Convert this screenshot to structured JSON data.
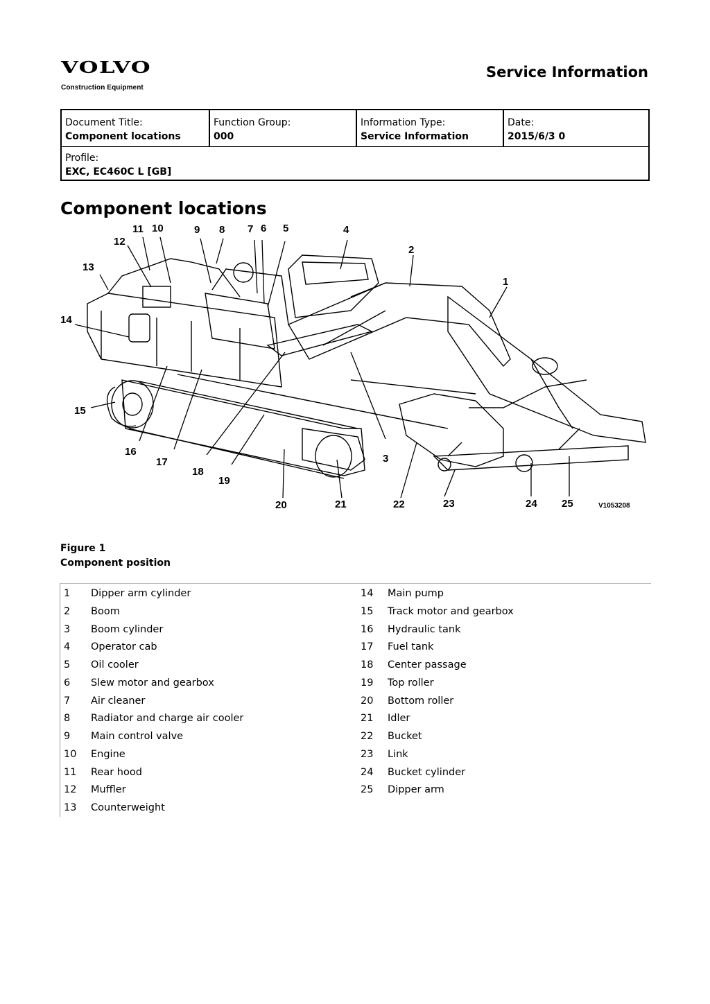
{
  "header": {
    "brand": "VOLVO",
    "brand_sub": "Construction Equipment",
    "title": "Service Information"
  },
  "meta": {
    "document_title_label": "Document Title:",
    "document_title": "Component locations",
    "function_group_label": "Function Group:",
    "function_group": "000",
    "information_type_label": "Information Type:",
    "information_type": "Service Information",
    "date_label": "Date:",
    "date": "2015/6/3 0",
    "profile_label": "Profile:",
    "profile": "EXC, EC460C L [GB]"
  },
  "section_title": "Component locations",
  "figure": {
    "callouts": [
      "1",
      "2",
      "3",
      "4",
      "5",
      "6",
      "7",
      "8",
      "9",
      "10",
      "11",
      "12",
      "13",
      "14",
      "15",
      "16",
      "17",
      "18",
      "19",
      "20",
      "21",
      "22",
      "23",
      "24",
      "25"
    ],
    "image_code": "V1053208",
    "caption_number": "Figure 1",
    "caption_title": "Component position"
  },
  "components_left": [
    {
      "num": "1",
      "name": "Dipper arm cylinder"
    },
    {
      "num": "2",
      "name": "Boom"
    },
    {
      "num": "3",
      "name": "Boom cylinder"
    },
    {
      "num": "4",
      "name": "Operator cab"
    },
    {
      "num": "5",
      "name": "Oil cooler"
    },
    {
      "num": "6",
      "name": "Slew motor and gearbox"
    },
    {
      "num": "7",
      "name": "Air cleaner"
    },
    {
      "num": "8",
      "name": "Radiator and charge air cooler"
    },
    {
      "num": "9",
      "name": "Main control valve"
    },
    {
      "num": "10",
      "name": "Engine"
    },
    {
      "num": "11",
      "name": "Rear hood"
    },
    {
      "num": "12",
      "name": "Muffler"
    },
    {
      "num": "13",
      "name": "Counterweight"
    }
  ],
  "components_right": [
    {
      "num": "14",
      "name": "Main pump"
    },
    {
      "num": "15",
      "name": "Track motor and gearbox"
    },
    {
      "num": "16",
      "name": "Hydraulic tank"
    },
    {
      "num": "17",
      "name": "Fuel tank"
    },
    {
      "num": "18",
      "name": "Center passage"
    },
    {
      "num": "19",
      "name": "Top roller"
    },
    {
      "num": "20",
      "name": "Bottom roller"
    },
    {
      "num": "21",
      "name": "Idler"
    },
    {
      "num": "22",
      "name": "Bucket"
    },
    {
      "num": "23",
      "name": "Link"
    },
    {
      "num": "24",
      "name": "Bucket cylinder"
    },
    {
      "num": "25",
      "name": "Dipper arm"
    }
  ]
}
